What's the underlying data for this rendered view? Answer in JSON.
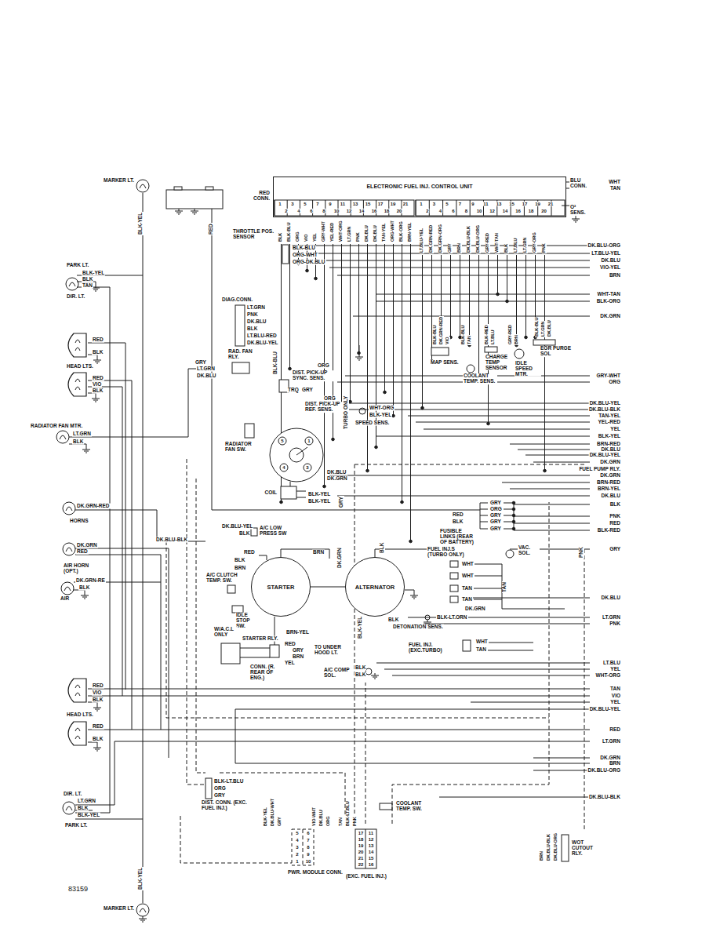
{
  "diagram": {
    "nodes": [
      {
        "text": [
          "ELECTRONIC FUEL INJ. CONTROL UNIT"
        ]
      },
      {
        "text": [
          "STARTER"
        ]
      },
      {
        "text": [
          "ALTERNATOR"
        ]
      }
    ],
    "edges": [
      {
        "from": 1,
        "to": 2,
        "arrow": "none"
      }
    ],
    "labels": [
      "MARKER LT.",
      "BLK-YEL",
      "PARK LT.",
      "BLK-YEL",
      "BLK",
      "TAN",
      "DIR. LT.",
      "RED",
      "BLK",
      "HEAD LTS.",
      "RED",
      "VIO",
      "BLK",
      "RADIATOR FAN MTR.",
      "LT.GRN",
      "BLK",
      "DK.GRN-RED",
      "HORNS",
      "DK.GRN",
      "RED",
      "AIR HORN (OPT.)",
      "DK.GRN-RE",
      "BLK",
      "AIR",
      "RED",
      "VIO",
      "BLK",
      "HEAD LTS.",
      "RED",
      "BLK",
      "DIR. LT.",
      "LT.GRN",
      "BLK",
      "BLK-YEL",
      "PARK LT.",
      "BLK-YEL",
      "MARKER LT.",
      "83159",
      "RED",
      "RED CONN.",
      "BLU CONN.",
      "O² SENS.",
      "1",
      "3",
      "5",
      "7",
      "9",
      "11",
      "13",
      "15",
      "17",
      "19",
      "21",
      "2",
      "4",
      "6",
      "8",
      "10",
      "12",
      "14",
      "16",
      "18",
      "20",
      "1",
      "3",
      "5",
      "7",
      "9",
      "11",
      "13",
      "15",
      "17",
      "19",
      "21",
      "2",
      "4",
      "6",
      "8",
      "10",
      "12",
      "14",
      "16",
      "18",
      "20",
      "BLK",
      "BLK-BLU",
      "ORG",
      "VIO",
      "YEL",
      "GRY-WHT",
      "YEL-RED",
      "WHT-ORG",
      "LT.GRN",
      "PNK",
      "DK.BLU",
      "DK.BLU",
      "TAN-YEL",
      "ORG-WHT",
      "BLK-ORG",
      "BRN-YEL",
      "LT.BLU-YEL",
      "DK.GRN-RED",
      "DK.GRN-ORG",
      "GRY",
      "BRN",
      "DK.BLU-BLK",
      "DK.BLU-ORG",
      "GRY-RED",
      "WHT-TAN",
      "BLK",
      "LT.BLU",
      "LT.GRN",
      "GRY-ORG",
      "PNK",
      "THROTTLE POS. SENSOR",
      "BLK-BLU",
      "ORG-WHT",
      "ORG-DK.BLU",
      "DIAG.CONN.",
      "LT.GRN",
      "PNK",
      "DK.BLU",
      "BLK",
      "LT.BLU-RED",
      "DK.BLU-YEL",
      "RAD. FAN RLY.",
      "GRY",
      "LT.GRN",
      "DK.BLU",
      "BLK-BLU",
      "ORG",
      "DIST. PICK-UP SYNC. SENS.",
      "TRQ",
      "GRY",
      "ORG",
      "DIST. PICK-UP REF. SENS.",
      "TURBO ONLY",
      "WHT-ORG",
      "BLK-YEL",
      "SPEED SENS.",
      "RADIATOR FAN SW.",
      "MAP SENS.",
      "COOLANT TEMP. SENS.",
      "CHARGE TEMP SENSOR",
      "IDLE SPEED MTR.",
      "EGR PURGE SOL",
      "BLK-BLU",
      "DK.GRN-RED",
      "VIO",
      "BLK-BLU",
      "TAN",
      "BLK-RED",
      "LT.BLU",
      "GRY-RED",
      "BRN",
      "BLK-BLU",
      "LT.GRN",
      "DK.BLU",
      "5",
      "1",
      "4",
      "3",
      "DK.BLU",
      "DK.GRN",
      "COIL",
      "BLK-YEL",
      "BLK-YEL",
      "GRY",
      "RED",
      "BLK",
      "GRY",
      "ORG",
      "GRY",
      "GRY",
      "GRY",
      "FUSIBLE LINKS (REAR OF BATTERY)",
      "DK.BLU-YEL",
      "BLK",
      "A/C LOW PRESS SW",
      "DK.BLU-BLK",
      "RED",
      "BRN",
      "BLK",
      "BRN",
      "A/C CLUTCH TEMP. SW.",
      "IDLE STOP SW.",
      "W/A.C.L ONLY",
      "STARTER RLY.",
      "BRN-YEL",
      "RED",
      "GRY",
      "BRN",
      "YEL",
      "TO UNDER HOOD LT.",
      "CONN. (R. REAR OF ENG.)",
      "BLK",
      "BLK",
      "A/C COMP SOL.",
      "BLK-YEL",
      "DK.GRN",
      "BLK",
      "BLK",
      "FUEL INJ.S (TURBO ONLY)",
      "VAC. SOL.",
      "WHT",
      "WHT",
      "TAN",
      "TAN",
      "DK.GRN",
      "TAN",
      "DETONATION SENS.",
      "BLK-LT.ORN",
      "FUEL INJ. (EXC.TURBO)",
      "WHT",
      "TAN",
      "PNK",
      "BLK-LT.BLU",
      "ORG",
      "GRY",
      "DIST. CONN. (EXC. FUEL INJ.)",
      "BLK-YEL",
      "DK.BLU-WHT",
      "GRY",
      "VIO-WHT",
      "DK.BLU",
      "ORG",
      "5",
      "4",
      "3",
      "2",
      "1",
      "6",
      "7",
      "8",
      "9",
      "10",
      "PWR. MODULE CONN.",
      "TAN",
      "BLK-LT.BLU",
      "PNK",
      "17",
      "18",
      "19",
      "20",
      "21",
      "22",
      "11",
      "12",
      "13",
      "14",
      "15",
      "16",
      "(EXC. FUEL INJ.)",
      "COOLANT TEMP. SW.",
      "WOT CUTOUT RLY.",
      "BRN",
      "DK.BLU-BLK",
      "DK.BLU-ORG",
      "WHT",
      "TAN",
      "DK.BLU-ORG",
      "LT.BLU-YEL",
      "DK.BLU",
      "VIO-YEL",
      "BRN",
      "WHT-TAN",
      "BLK-ORG",
      "DK.GRN",
      "GRY-WHT",
      "ORG",
      "DK.BLU-YEL",
      "DK.BLU-BLK",
      "TAN-YEL",
      "YEL-RED",
      "YEL",
      "BLK-YEL",
      "BRN-RED",
      "DK.BLU",
      "DK.BLU-YEL",
      "DK.GRN",
      "FUEL PUMP RLY.",
      "DK.GRN",
      "BRN-RED",
      "BRN-YEL",
      "DK.BLU",
      "BLK",
      "PNK",
      "RED",
      "BLK-RED",
      "GRY",
      "DK.BLU",
      "LT.GRN",
      "PNK",
      "LT.BLU",
      "YEL",
      "WHT-ORG",
      "TAN",
      "VIO",
      "YEL",
      "DK.BLU-YEL",
      "RED",
      "LT.GRN",
      "DK.GRN",
      "BRN",
      "DK.BLU-ORG",
      "DK.BLU-BLK"
    ]
  }
}
